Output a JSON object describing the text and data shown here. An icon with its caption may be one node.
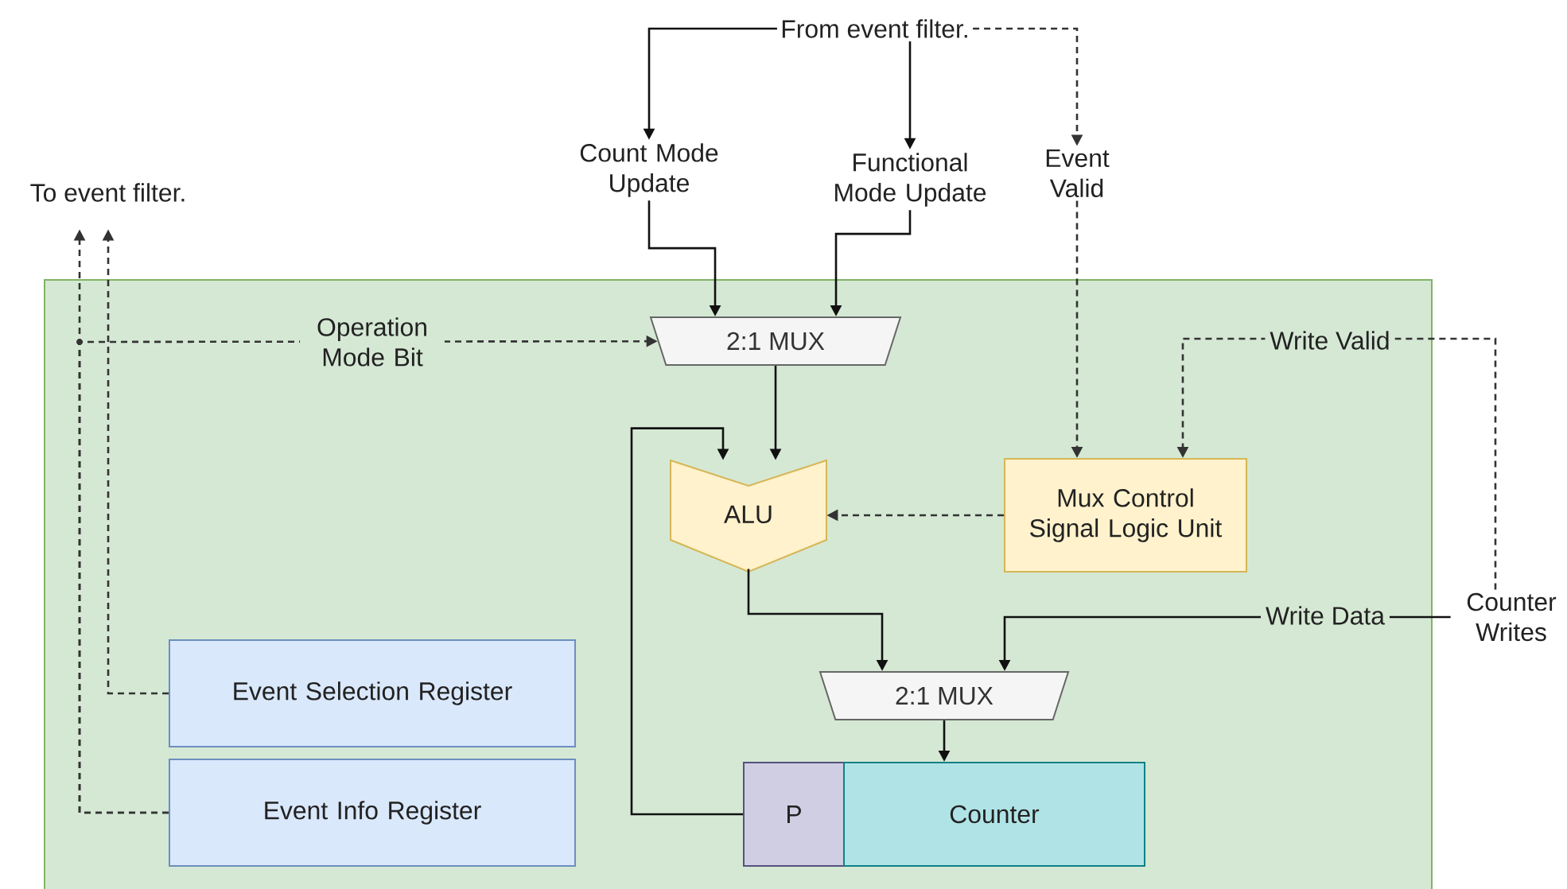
{
  "diagram": {
    "nodes": [
      {
        "text": [],
        "shape": "box"
      },
      {
        "text": [
          "From event filter."
        ]
      },
      {
        "text": [
          "Count Mode Update"
        ]
      },
      {
        "text": [
          "Functional Mode Update"
        ]
      },
      {
        "text": [
          "Event Valid"
        ]
      },
      {
        "text": [
          "To event filter."
        ]
      },
      {
        "text": [
          "2:1 MUX"
        ],
        "in": 0
      },
      {
        "text": [
          "ALU"
        ],
        "in": 0
      },
      {
        "text": [
          "Mux Control Signal Logic Unit"
        ],
        "in": 0
      },
      {
        "text": [
          "Counter Writes"
        ]
      },
      {
        "text": [
          "2:1 MUX"
        ],
        "in": 0
      },
      {
        "text": [
          "Event Selection Register"
        ],
        "in": 0
      },
      {
        "text": [
          "Event Info Register"
        ],
        "in": 0
      },
      {
        "text": [
          "P"
        ],
        "in": 0
      },
      {
        "text": [
          "Counter"
        ],
        "in": 0
      }
    ],
    "edges": [
      {
        "from": 1,
        "to": 2,
        "arrow": "to"
      },
      {
        "from": 1,
        "to": 3,
        "arrow": "to"
      },
      {
        "from": 1,
        "to": 4,
        "arrow": "to",
        "style": "dashed"
      },
      {
        "from": 2,
        "to": 6,
        "arrow": "to"
      },
      {
        "from": 3,
        "to": 6,
        "arrow": "to"
      },
      {
        "from": 12,
        "to": 6,
        "arrow": "to",
        "style": "dashed",
        "label": "Operation Mode Bit"
      },
      {
        "from": 12,
        "to": 5,
        "arrow": "to",
        "style": "dashed"
      },
      {
        "from": 11,
        "to": 5,
        "arrow": "to",
        "style": "dashed"
      },
      {
        "from": 6,
        "to": 7,
        "arrow": "to"
      },
      {
        "from": 13,
        "to": 7,
        "arrow": "to"
      },
      {
        "from": 4,
        "to": 8,
        "arrow": "to",
        "style": "dashed"
      },
      {
        "from": 9,
        "to": 8,
        "arrow": "to",
        "style": "dashed",
        "label": "Write Valid"
      },
      {
        "from": 8,
        "to": 7,
        "arrow": "to",
        "style": "dashed"
      },
      {
        "from": 7,
        "to": 10,
        "arrow": "to"
      },
      {
        "from": 9,
        "to": 10,
        "arrow": "to",
        "label": "Write Data"
      },
      {
        "from": 10,
        "to": 14,
        "arrow": "to"
      }
    ]
  }
}
